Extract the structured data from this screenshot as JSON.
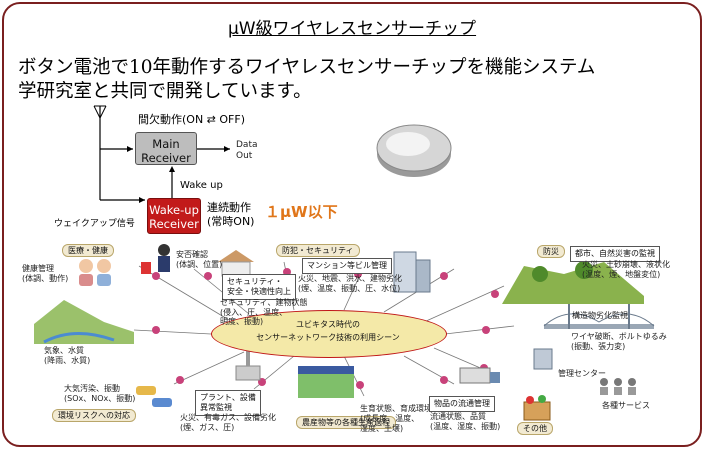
{
  "title": "μW級ワイヤレスセンサーチップ",
  "description": "ボタン電池で10年動作するワイヤレスセンサーチップを機能システム\n学研究室と共同で開発しています。",
  "block_diagram": {
    "intermittent_label": "間欠動作(ON ⇄ OFF)",
    "main_receiver": "Main\nReceiver",
    "data_out": "Data\nOut",
    "wake_up": "Wake up",
    "wakeup_receiver": "Wake-up\nReceiver",
    "continuous_label": "連続動作\n(常時ON)",
    "wake_signal": "ウェイクアップ信号",
    "power": "１μW以下",
    "power_color": "#e0761a",
    "receiver_color": "#c21a1a"
  },
  "hub": "ユビキタス時代の\nセンサーネットワーク技術の利用シーン",
  "categories": {
    "medical": "医療・健康",
    "security": "防犯・セキュリティ",
    "disaster": "防災",
    "environment": "環境リスクへの対応",
    "agriculture": "農産物等の各種生産過程",
    "other": "その他"
  },
  "scenes": {
    "health": "健康管理\n(体調、動作)",
    "safety": "安否確認\n(体調、位置)",
    "security_box": "セキュリティ・\n安全・快適性向上",
    "security_detail": "セキュリティ、建物状態\n(侵入、圧、温度、\n明度、振動)",
    "mansion": "マンション等ビル管理",
    "mansion_detail": "火災、地震、洪水、建物劣化\n(煙、温度、振動、圧、水位)",
    "city": "都市、自然災害の監視",
    "city_detail": "火災、土砂崩壊、液状化\n(温度、煙、地盤変位)",
    "weather": "気象、水質\n(降雨、水質)",
    "structure": "構造物劣化監視",
    "structure_detail": "ワイヤ破断、ボルトゆるみ\n(振動、張力変)",
    "management": "管理センター",
    "pollution": "大気汚染、振動\n(SOx、NOx、振動)",
    "plant": "プラント、設備\n異常監視",
    "plant_detail": "火災、有毒ガス、設備劣化\n(煙、ガス、圧)",
    "production": "生育状態、育成環境\n(成長度、温度、\n湿度、土壌)",
    "logistics": "物品の流通管理",
    "logistics_detail": "流通状態、品質\n(温度、湿度、振動)",
    "services": "各種サービス"
  }
}
